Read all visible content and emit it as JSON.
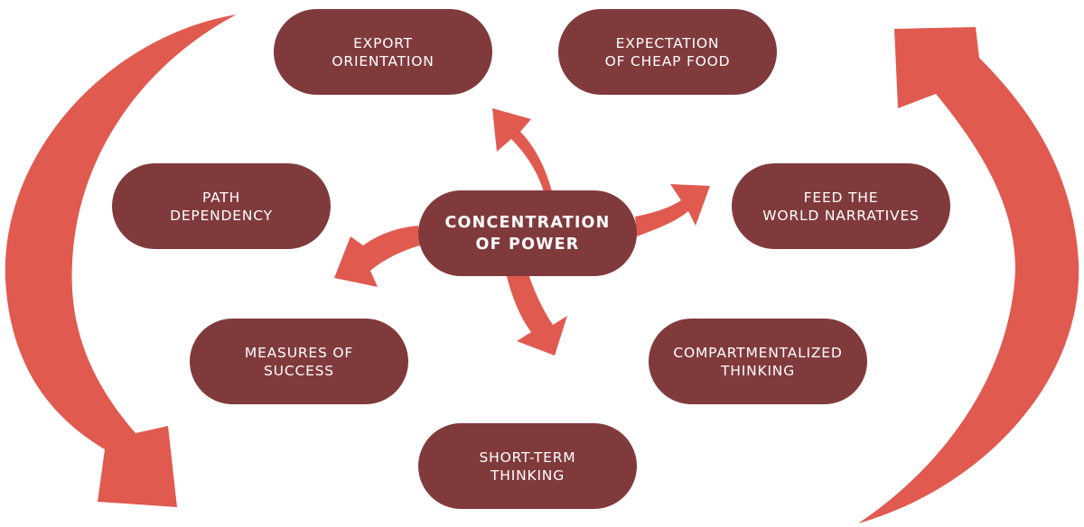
{
  "colors": {
    "node_fill": "#813a3c",
    "node_text": "#ffffff",
    "arrow": "#e05a50",
    "background": "#ffffff"
  },
  "center": {
    "line1": "CONCENTRATION",
    "line2": "OF POWER"
  },
  "nodes": {
    "export": {
      "line1": "EXPORT",
      "line2": "ORIENTATION"
    },
    "cheap_food": {
      "line1": "EXPECTATION",
      "line2": "OF CHEAP FOOD"
    },
    "path": {
      "line1": "PATH",
      "line2": "DEPENDENCY"
    },
    "feed": {
      "line1": "FEED THE",
      "line2": "WORLD NARRATIVES"
    },
    "measures": {
      "line1": "MEASURES OF",
      "line2": "SUCCESS"
    },
    "compart": {
      "line1": "COMPARTMENTALIZED",
      "line2": "THINKING"
    },
    "short": {
      "line1": "SHORT-TERM",
      "line2": "THINKING"
    }
  }
}
